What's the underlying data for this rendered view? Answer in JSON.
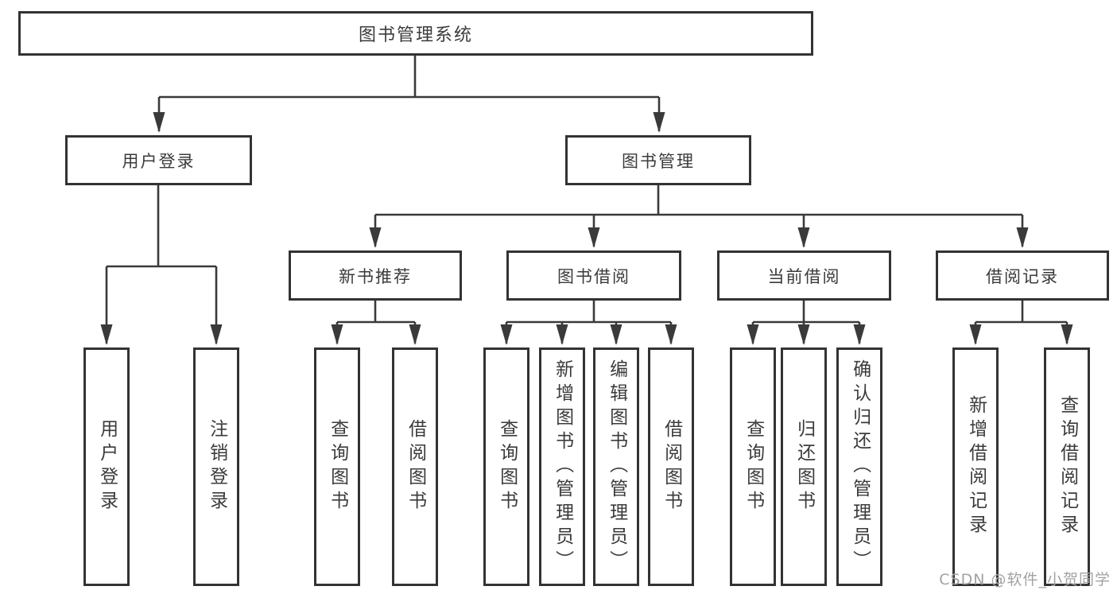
{
  "tree": {
    "label": "图书管理系统",
    "children": [
      {
        "label": "用户登录",
        "children": [
          {
            "label": "用户登录"
          },
          {
            "label": "注销登录"
          }
        ]
      },
      {
        "label": "图书管理",
        "children": [
          {
            "label": "新书推荐",
            "children": [
              {
                "label": "查询图书"
              },
              {
                "label": "借阅图书"
              }
            ]
          },
          {
            "label": "图书借阅",
            "children": [
              {
                "label": "查询图书"
              },
              {
                "label": "新增图书（管理员）"
              },
              {
                "label": "编辑图书（管理员）"
              },
              {
                "label": "借阅图书"
              }
            ]
          },
          {
            "label": "当前借阅",
            "children": [
              {
                "label": "查询图书"
              },
              {
                "label": "归还图书"
              },
              {
                "label": "确认归还（管理员）"
              }
            ]
          },
          {
            "label": "借阅记录",
            "children": [
              {
                "label": "新增借阅记录"
              },
              {
                "label": "查询借阅记录"
              }
            ]
          }
        ]
      }
    ]
  },
  "watermark": "CSDN @软件_小贺同学",
  "colors": {
    "line": "#3a3a3a",
    "box_border": "#333333",
    "text": "#3b3b3b",
    "watermark": "#a2a2a5",
    "background": "#ffffff"
  }
}
